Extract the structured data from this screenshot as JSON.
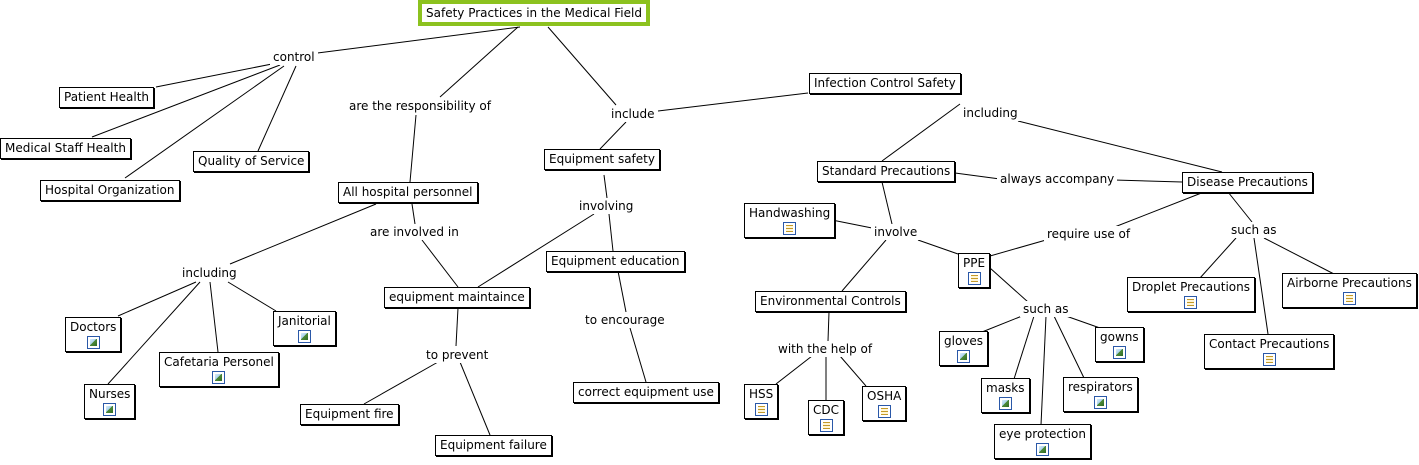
{
  "title": "Safety Practices in the Medical Field",
  "concepts": {
    "root": "Safety Practices in the Medical Field",
    "patient_health": "Patient Health",
    "medical_staff_health": "Medical Staff Health",
    "hospital_organization": "Hospital Organization",
    "quality_of_service": "Quality of Service",
    "all_hospital_personnel": "All hospital personnel",
    "doctors": "Doctors",
    "nurses": "Nurses",
    "cafetaria_personel": "Cafetaria Personel",
    "janitorial": "Janitorial",
    "equipment_maintaince": "equipment maintaince",
    "equipment_fire": "Equipment fire",
    "equipment_failure": "Equipment failure",
    "equipment_safety": "Equipment safety",
    "equipment_education": "Equipment education",
    "correct_equipment_use": "correct equipment use",
    "infection_control_safety": "Infection Control Safety",
    "standard_precautions": "Standard Precautions",
    "disease_precautions": "Disease Precautions",
    "handwashing": "Handwashing",
    "environmental_controls": "Environmental Controls",
    "hss": "HSS",
    "cdc": "CDC",
    "osha": "OSHA",
    "ppe": "PPE",
    "gloves": "gloves",
    "masks": "masks",
    "gowns": "gowns",
    "respirators": "respirators",
    "eye_protection": "eye protection",
    "droplet_precautions": "Droplet Precautions",
    "airborne_precautions": "Airborne Precautions",
    "contact_precautions": "Contact Precautions"
  },
  "linking_phrases": {
    "control": "control",
    "responsibility_of": "are the responsibility of",
    "include": "include",
    "including_personnel": "including",
    "involved_in": "are involved in",
    "to_prevent": "to prevent",
    "involving": "involving",
    "to_encourage": "to encourage",
    "including_infection": "including",
    "always_accompany": "always accompany",
    "involve": "involve",
    "require_use_of": "require use of",
    "such_as_disease": "such as",
    "such_as_ppe": "such as",
    "with_the_help_of": "with the help of"
  },
  "resource_icons": {
    "doctors": "image-icon",
    "nurses": "image-icon",
    "cafetaria_personel": "image-icon",
    "janitorial": "image-icon",
    "handwashing": "document-icon",
    "hss": "document-icon",
    "cdc": "document-icon",
    "osha": "document-icon",
    "ppe": "document-icon",
    "gloves": "image-icon",
    "masks": "image-icon",
    "gowns": "image-icon",
    "respirators": "image-icon",
    "eye_protection": "image-icon",
    "droplet_precautions": "document-icon",
    "airborne_precautions": "document-icon",
    "contact_precautions": "document-icon"
  },
  "colors": {
    "root_border": "#8cc21f",
    "icon_border": "#2a58a8",
    "line": "#000000",
    "background": "#ffffff"
  }
}
